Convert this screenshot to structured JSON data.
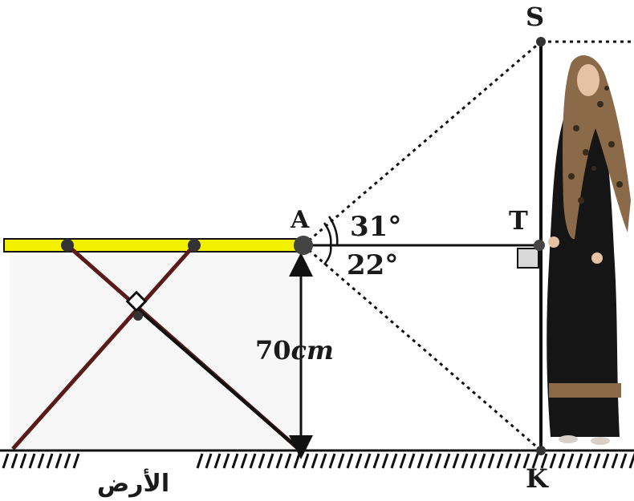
{
  "points": {
    "A": "A",
    "S": "S",
    "T": "T",
    "K": "K"
  },
  "angles": {
    "upper": "31°",
    "lower": "22°"
  },
  "height_measure": {
    "number": "70",
    "unit": "cm"
  },
  "ground_label": "الأرض",
  "colors": {
    "table_top": "#f2f000",
    "legs": "#5a1a1a",
    "lines": "#111111",
    "right_angle_fill": "#d8d8d8"
  }
}
